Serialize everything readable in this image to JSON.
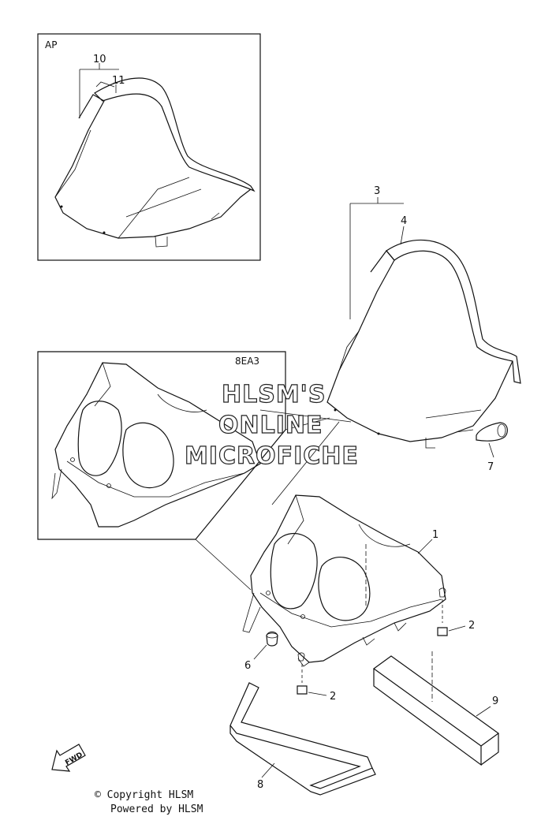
{
  "diagram": {
    "inset_ap": {
      "tag": "AP"
    },
    "inset_8ea3": {
      "tag": "8EA3"
    },
    "callouts": {
      "c1": "1",
      "c2a": "2",
      "c2b": "2",
      "c3": "3",
      "c4": "4",
      "c6": "6",
      "c7": "7",
      "c8": "8",
      "c9": "9",
      "c10": "10",
      "c11": "11"
    },
    "watermark": {
      "line1": "HLSM'S",
      "line2": "ONLINE",
      "line3": "MICROFICHE"
    },
    "fwd_arrow": "FWD",
    "footer": {
      "copyright": "© Copyright HLSM",
      "powered": "Powered by HLSM"
    }
  }
}
